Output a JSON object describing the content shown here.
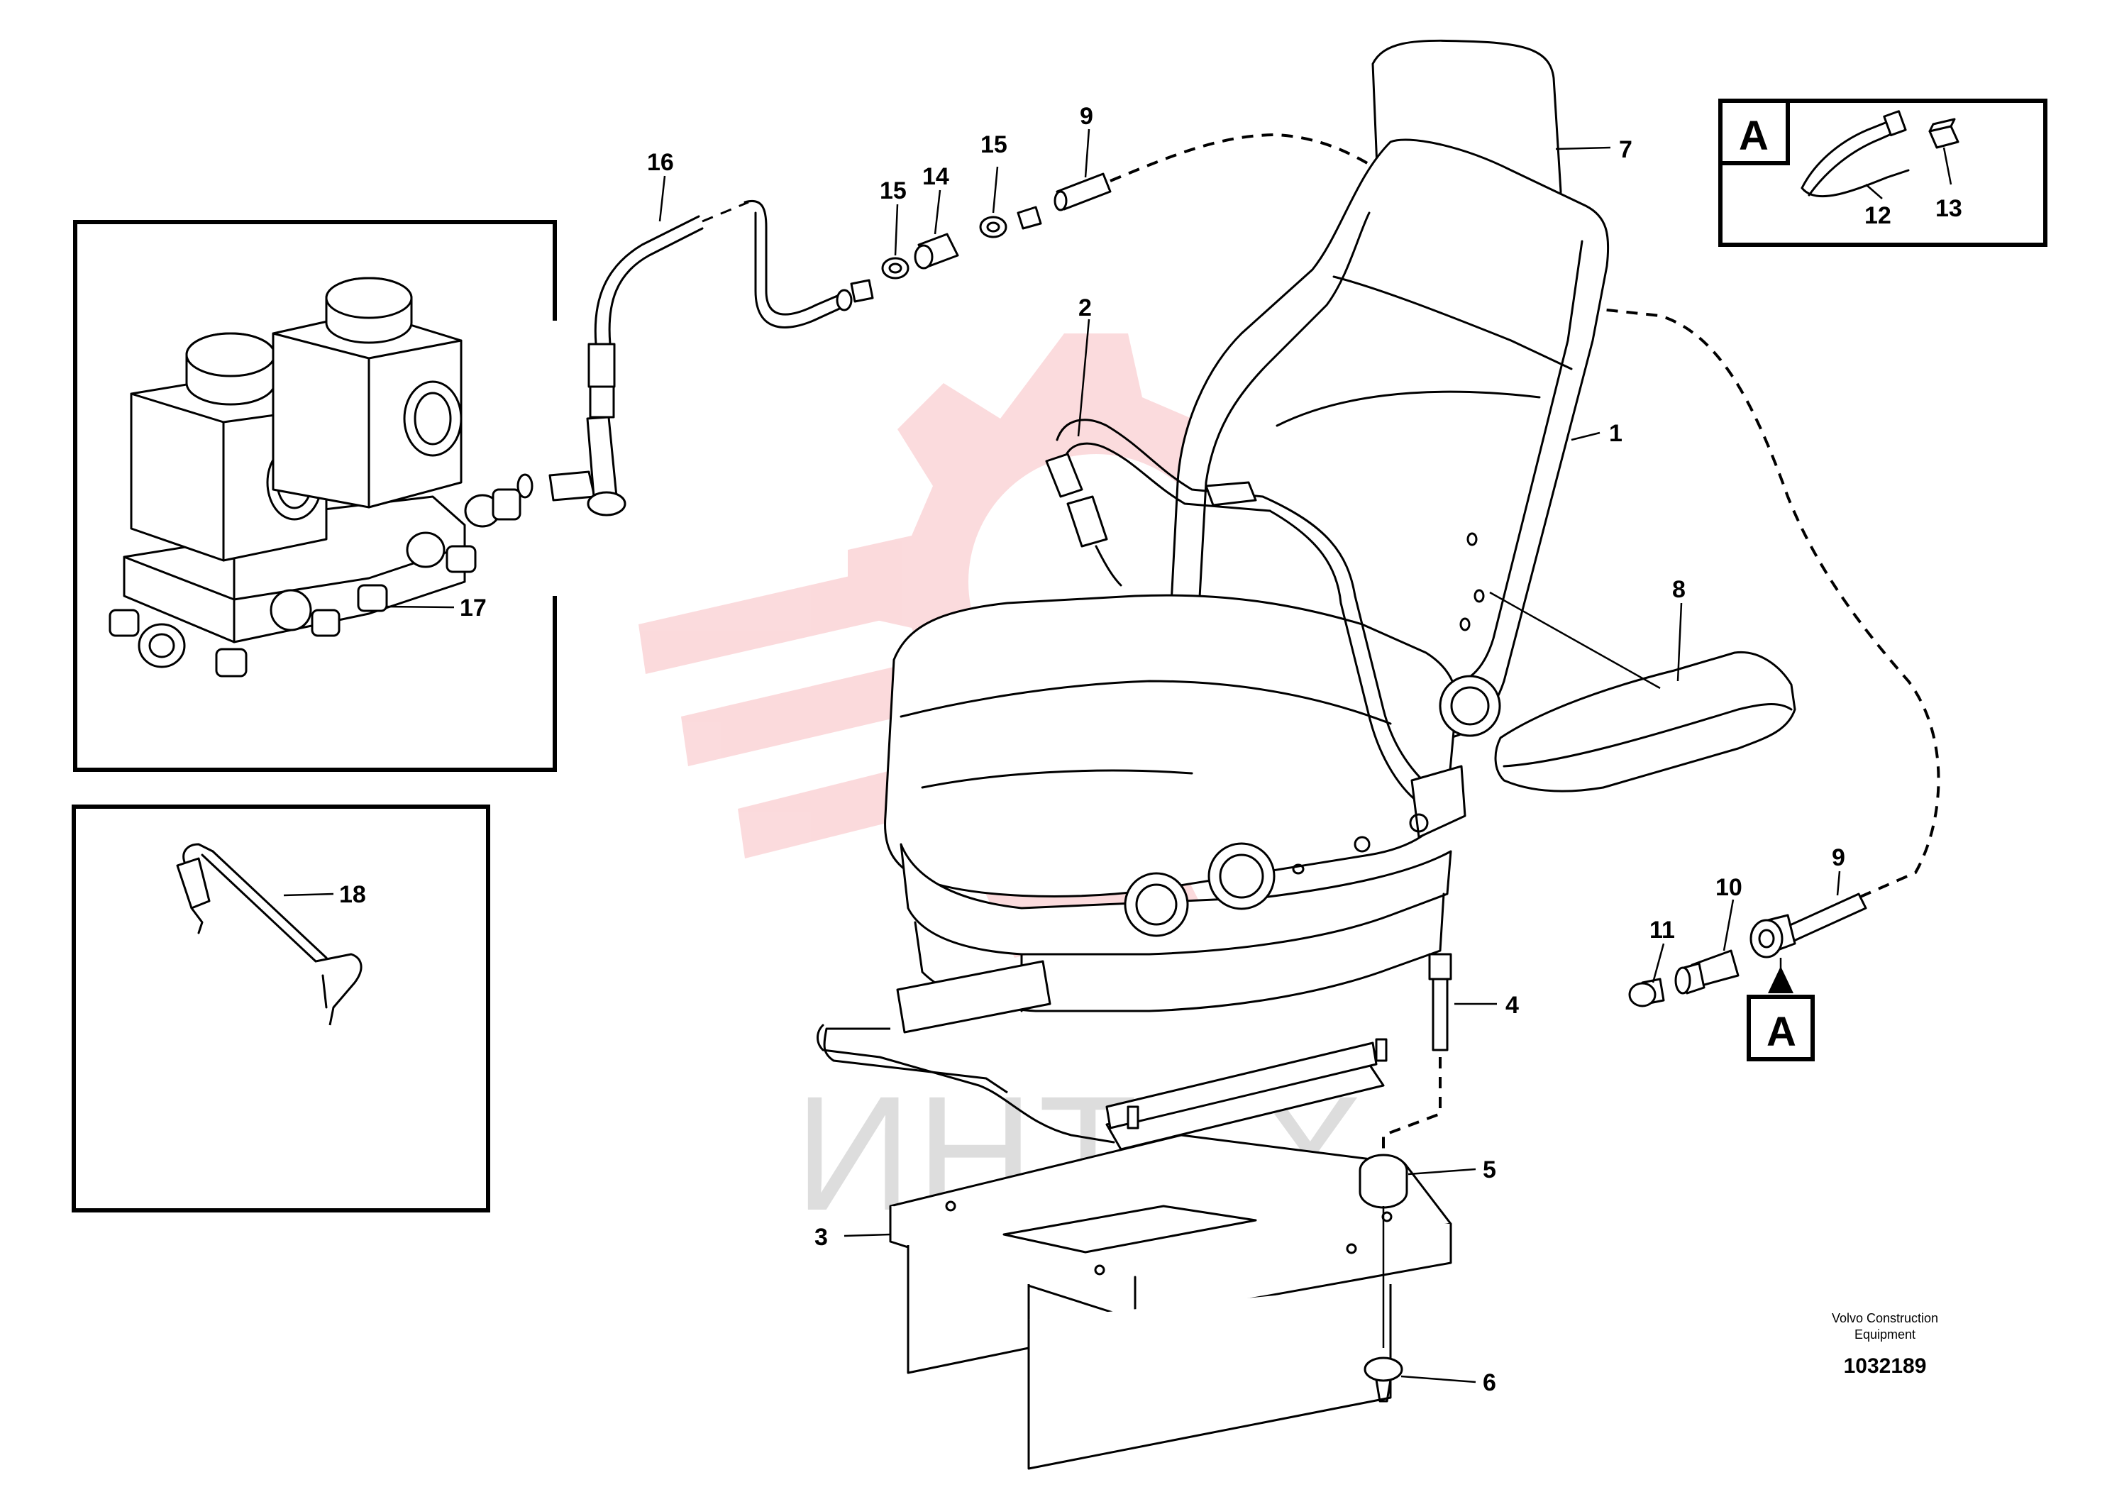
{
  "watermark": {
    "text": "ИНТЕХ",
    "logo_color": "#e8202a",
    "text_color": "#d8d8d8"
  },
  "callouts": {
    "c1": "1",
    "c2": "2",
    "c3": "3",
    "c4": "4",
    "c5": "5",
    "c6": "6",
    "c7": "7",
    "c8": "8",
    "c9_top": "9",
    "c9_right": "9",
    "c10": "10",
    "c11": "11",
    "c12": "12",
    "c13": "13",
    "c14": "14",
    "c15_left": "15",
    "c15_right": "15",
    "c16": "16",
    "c17": "17",
    "c18": "18"
  },
  "detail_box": {
    "label": "A"
  },
  "reference_marker": {
    "label": "A"
  },
  "credit": {
    "line1": "Volvo Construction",
    "line2": "Equipment",
    "doc_number": "1032189"
  },
  "icons": [
    "gear-logo-watermark",
    "seat-drawing",
    "valve-block-drawing",
    "bracket-drawing"
  ]
}
